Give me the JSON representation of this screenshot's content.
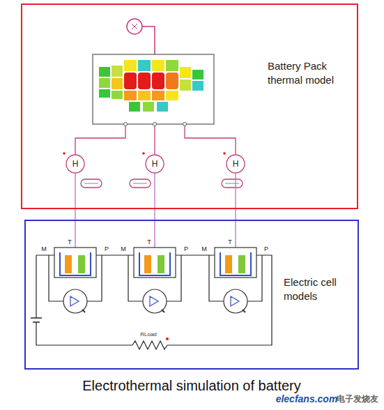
{
  "diagram": {
    "caption": "Electrothermal simulation of battery",
    "nodes": [
      {
        "text": [
          "Battery Pack thermal model"
        ]
      },
      {
        "text": [
          "Electric cell models"
        ]
      }
    ],
    "labels": [
      "H",
      "H",
      "H",
      "T",
      "M",
      "P",
      "T",
      "M",
      "P",
      "T",
      "M",
      "P",
      "RLoad",
      "elecfans.com",
      "电子发烧友"
    ]
  }
}
